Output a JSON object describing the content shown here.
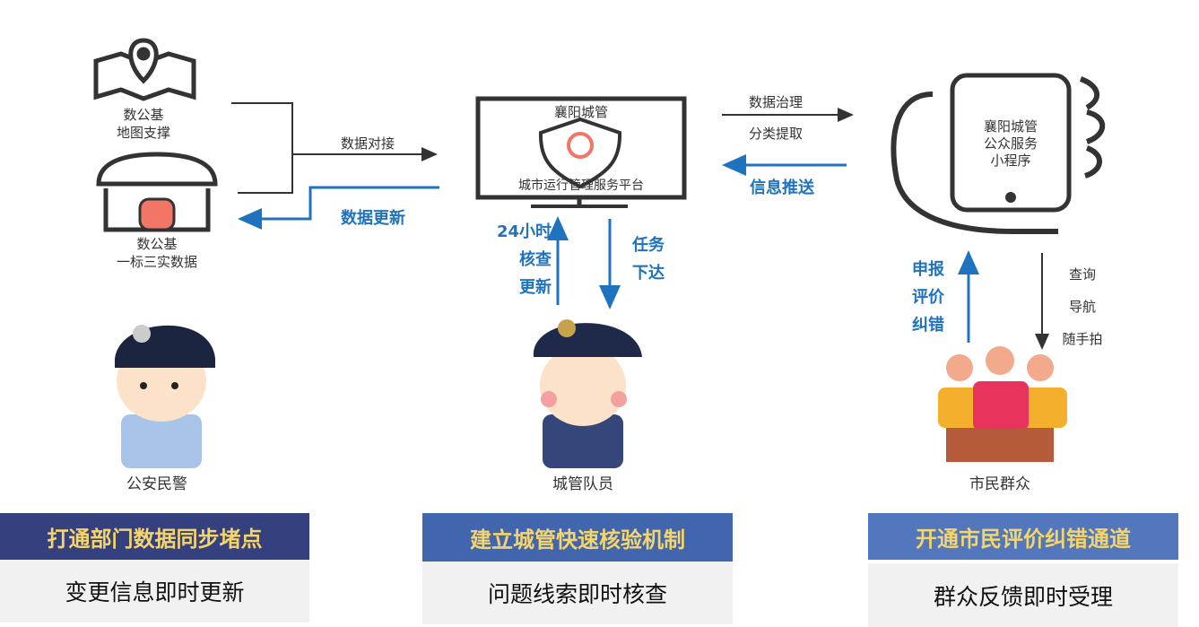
{
  "left": {
    "map_label": [
      "数公基",
      "地图支撑"
    ],
    "house_label": [
      "数公基",
      "一标三实数据"
    ],
    "arrow_sync": "数据对接",
    "arrow_update": "数据更新",
    "person": "公安民警"
  },
  "center": {
    "monitor_title": "襄阳城管",
    "monitor_subtitle": "城市运行管理服务平台",
    "arrow_up": [
      "24小时",
      "核查",
      "更新"
    ],
    "arrow_down": [
      "任务",
      "下达"
    ],
    "person": "城管队员"
  },
  "right_link": {
    "governance": "数据治理",
    "classify": "分类提取",
    "push": "信息推送"
  },
  "right": {
    "phone_text": [
      "襄阳城管",
      "公众服务",
      "小程序"
    ],
    "arrow_up": [
      "申报",
      "评价",
      "纠错"
    ],
    "arrow_down": [
      "查询",
      "导航",
      "随手拍"
    ],
    "person": "市民群众"
  },
  "panels": [
    {
      "title": "打通部门数据同步堵点",
      "body": "变更信息即时更新",
      "color": "#35417f"
    },
    {
      "title": "建立城管快速核验机制",
      "body": "问题线索即时核查",
      "color": "#4166ae"
    },
    {
      "title": "开通市民评价纠错通道",
      "body": "群众反馈即时受理",
      "color": "#5277bd"
    }
  ],
  "colors": {
    "arrow_blue": "#1f73be",
    "title_yellow": "#f5d56a"
  }
}
